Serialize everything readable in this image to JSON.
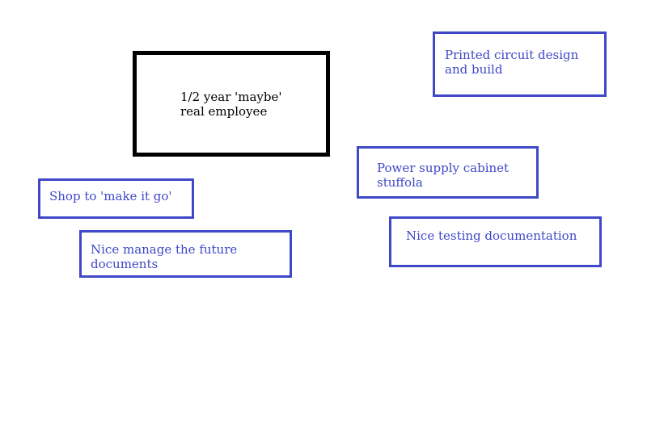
{
  "diagram": {
    "nodes": {
      "main": {
        "text": "1/2 year 'maybe'\nreal employee",
        "border_color": "#000000"
      },
      "pcb": {
        "text": "Printed circuit design\nand build",
        "border_color": "#3f48c7"
      },
      "power": {
        "text": "Power supply cabinet\nstuffola",
        "border_color": "#3f48c7"
      },
      "shop": {
        "text": "Shop to 'make it go'",
        "border_color": "#3f48c7"
      },
      "manage": {
        "text": "Nice manage the future\ndocuments",
        "border_color": "#3f48c7"
      },
      "testing": {
        "text": "Nice testing documentation",
        "border_color": "#3f48c7"
      }
    }
  }
}
